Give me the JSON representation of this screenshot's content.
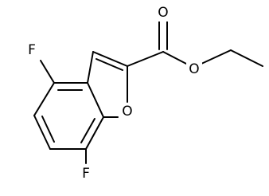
{
  "molecule": {
    "atoms": {
      "fluorine_top": "F",
      "fluorine_bottom": "F",
      "ring_oxygen": "O",
      "carbonyl_oxygen": "O",
      "ester_oxygen": "O"
    }
  }
}
